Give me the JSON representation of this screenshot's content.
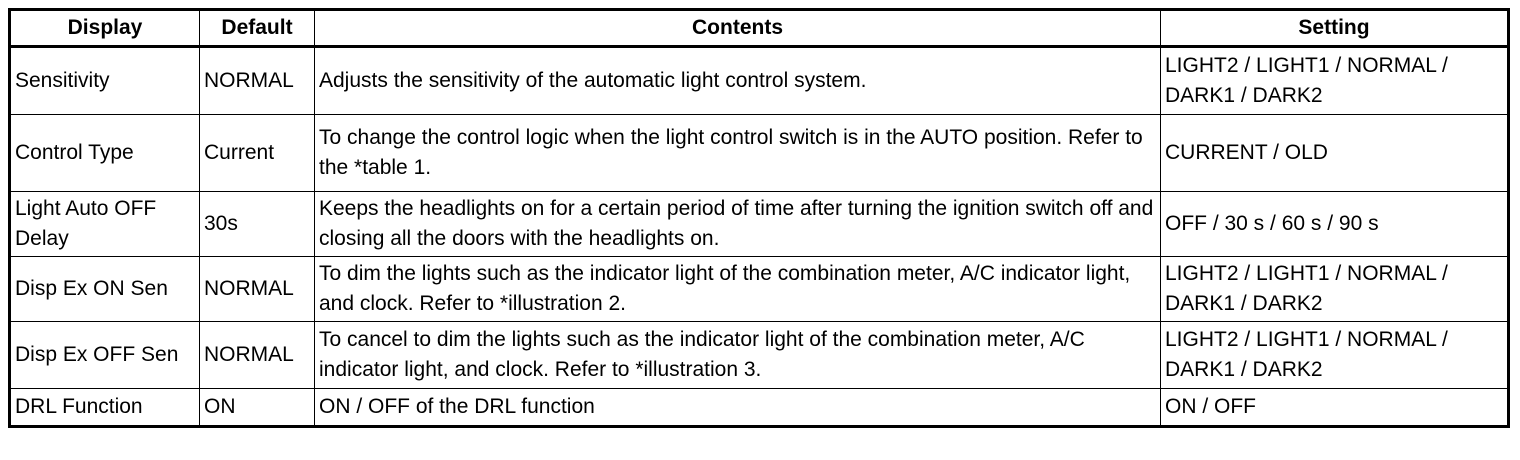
{
  "table": {
    "headers": {
      "display": "Display",
      "default": "Default",
      "contents": "Contents",
      "setting": "Setting"
    },
    "rows": [
      {
        "display": "Sensitivity",
        "default": "NORMAL",
        "contents": "Adjusts the sensitivity of the automatic light control system.",
        "setting": "LIGHT2 / LIGHT1 / NORMAL / DARK1 / DARK2"
      },
      {
        "display": "Control Type",
        "default": "Current",
        "contents": "To change the control logic when the light control switch is in the AUTO position. Refer to the *table 1.",
        "setting": "CURRENT / OLD"
      },
      {
        "display": "Light Auto OFF Delay",
        "default": "30s",
        "contents": "Keeps the headlights on for a certain period of time after turning the ignition switch off and closing all the doors with the headlights on.",
        "setting": "OFF / 30 s / 60 s / 90 s"
      },
      {
        "display": "Disp Ex ON Sen",
        "default": "NORMAL",
        "contents": "To dim the lights such as the indicator light of the combination meter, A/C indicator light, and clock. Refer to *illustration 2.",
        "setting": "LIGHT2 / LIGHT1 / NORMAL / DARK1 / DARK2"
      },
      {
        "display": "Disp Ex OFF Sen",
        "default": "NORMAL",
        "contents": "To cancel to dim the lights such as the indicator light of the combination meter, A/C indicator light, and clock. Refer to *illustration 3.",
        "setting": "LIGHT2 / LIGHT1 / NORMAL / DARK1 / DARK2"
      },
      {
        "display": "DRL Function",
        "default": "ON",
        "contents": "ON / OFF of the DRL function",
        "setting": "ON / OFF"
      }
    ]
  }
}
